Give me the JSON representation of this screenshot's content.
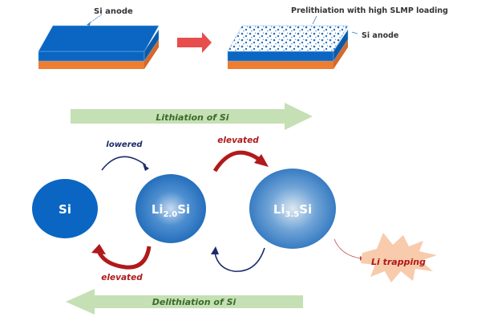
{
  "top": {
    "left_anode_label": "Si anode",
    "right_top_label": "Prelithiation with high SLMP loading",
    "right_anode_label": "Si anode"
  },
  "arrows": {
    "lithiation_label": "Lithiation of Si",
    "delithiation_label": "Delithiation of Si",
    "lowered_label": "lowered",
    "elevated_top_label": "elevated",
    "elevated_bottom_label": "elevated"
  },
  "phases": [
    {
      "main": "Si",
      "sub": "",
      "suffix": ""
    },
    {
      "main": "Li",
      "sub": "2.0",
      "suffix": "Si"
    },
    {
      "main": "Li",
      "sub": "3.5",
      "suffix": "Si"
    }
  ],
  "trap": {
    "label": "Li trapping"
  },
  "colors": {
    "blue": "#0a66c2",
    "orange": "#ed7d31",
    "red_arrow": "#e84d4d",
    "green_arrow": "#c5e0b4",
    "green_text": "#3c6b2a",
    "dark_red": "#b01a1a",
    "navy": "#1b2a6b",
    "starburst": "#f8cbad"
  }
}
